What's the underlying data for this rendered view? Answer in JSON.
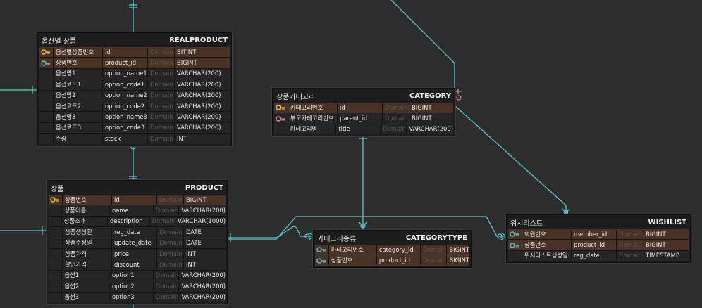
{
  "colors": {
    "background": "#2d2d2e",
    "entity_bg": "#1d1d1e",
    "key_row_bg": "#4a3326",
    "connector": "#5fc4cc",
    "pk_icon": "#e7c545",
    "fk_icon": "#5fc4cc",
    "pfk_icon": "#d08aa8"
  },
  "entities": {
    "realproduct": {
      "title_ko": "옵션별 상품",
      "title_en": "REALPRODUCT",
      "rows": [
        {
          "icon": "pk-key-icon",
          "name": "옵션별상품번호",
          "column": "id",
          "domain": "Domain",
          "type": "BITINT",
          "key": true
        },
        {
          "icon": "fk-key-icon",
          "name": "상품번호",
          "column": "product_id",
          "domain": "Domain",
          "type": "BIGINT",
          "key": true
        },
        {
          "icon": "",
          "name": "옵션명1",
          "column": "option_name1",
          "domain": "Domain",
          "type": "VARCHAR(200)",
          "key": false
        },
        {
          "icon": "",
          "name": "옵션코드1",
          "column": "option_code1",
          "domain": "Domain",
          "type": "VARCHAR(200)",
          "key": false
        },
        {
          "icon": "",
          "name": "옵션명2",
          "column": "option_name2",
          "domain": "Domain",
          "type": "VARCHAR(200)",
          "key": false
        },
        {
          "icon": "",
          "name": "옵션코드2",
          "column": "option_code2",
          "domain": "Domain",
          "type": "VARCHAR(200)",
          "key": false
        },
        {
          "icon": "",
          "name": "옵션명3",
          "column": "option_name3",
          "domain": "Domain",
          "type": "VARCHAR(200)",
          "key": false
        },
        {
          "icon": "",
          "name": "옵션코드3",
          "column": "option_code3",
          "domain": "Domain",
          "type": "VARCHAR(200)",
          "key": false
        },
        {
          "icon": "",
          "name": "수량",
          "column": "stock",
          "domain": "Domain",
          "type": "INT",
          "key": false
        }
      ]
    },
    "category": {
      "title_ko": "상품카테고리",
      "title_en": "CATEGORY",
      "rows": [
        {
          "icon": "pk-key-icon",
          "name": "카테고리번호",
          "column": "id",
          "domain": "Domain",
          "type": "BIGINT",
          "key": true
        },
        {
          "icon": "pfk-key-icon",
          "name": "부모카테고리번호",
          "column": "parent_id",
          "domain": "Domain",
          "type": "BIGINT",
          "key": false
        },
        {
          "icon": "",
          "name": "카테고리명",
          "column": "title",
          "domain": "Domain",
          "type": "VARCHAR(200)",
          "key": false
        }
      ]
    },
    "product": {
      "title_ko": "상품",
      "title_en": "PRODUCT",
      "rows": [
        {
          "icon": "pk-key-icon",
          "name": "상품번호",
          "column": "id",
          "domain": "Domain",
          "type": "BIGINT",
          "key": true
        },
        {
          "icon": "",
          "name": "상품이름",
          "column": "name",
          "domain": "Domain",
          "type": "VARCHAR(200)",
          "key": false
        },
        {
          "icon": "",
          "name": "상품소개",
          "column": "description",
          "domain": "Domain",
          "type": "VARCHAR(1000)",
          "key": false
        },
        {
          "icon": "",
          "name": "상품생성일",
          "column": "reg_date",
          "domain": "Domain",
          "type": "DATE",
          "key": false
        },
        {
          "icon": "",
          "name": "상품수정일",
          "column": "update_date",
          "domain": "Domain",
          "type": "DATE",
          "key": false
        },
        {
          "icon": "",
          "name": "상품가격",
          "column": "price",
          "domain": "Domain",
          "type": "INT",
          "key": false
        },
        {
          "icon": "",
          "name": "할인가격",
          "column": "discount",
          "domain": "Domain",
          "type": "INT",
          "key": false
        },
        {
          "icon": "",
          "name": "옵션1",
          "column": "option1",
          "domain": "Domain",
          "type": "VARCHAR(200)",
          "key": false
        },
        {
          "icon": "",
          "name": "옵션2",
          "column": "option2",
          "domain": "Domain",
          "type": "VARCHAR(200)",
          "key": false
        },
        {
          "icon": "",
          "name": "옵션3",
          "column": "option3",
          "domain": "Domain",
          "type": "VARCHAR(200)",
          "key": false
        }
      ]
    },
    "categorytype": {
      "title_ko": "카테고리종류",
      "title_en": "CATEGORYTYPE",
      "rows": [
        {
          "icon": "fk-key-icon",
          "name": "카테고리번호",
          "column": "category_id",
          "domain": "Domain",
          "type": "BIGINT",
          "key": true
        },
        {
          "icon": "fk-key-icon",
          "name": "상품번호",
          "column": "product_id",
          "domain": "Domain",
          "type": "BIGINT",
          "key": true
        }
      ]
    },
    "wishlist": {
      "title_ko": "위시리스트",
      "title_en": "WISHLIST",
      "rows": [
        {
          "icon": "fk-key-icon",
          "name": "회원번호",
          "column": "member_id",
          "domain": "Domain",
          "type": "BIGINT",
          "key": true
        },
        {
          "icon": "fk-key-icon",
          "name": "상품번호",
          "column": "product_id",
          "domain": "Domain",
          "type": "BIGINT",
          "key": true
        },
        {
          "icon": "",
          "name": "위시리스트생성일",
          "column": "reg_date",
          "domain": "Domain",
          "type": "TIMESTAMP",
          "key": false
        }
      ]
    }
  }
}
